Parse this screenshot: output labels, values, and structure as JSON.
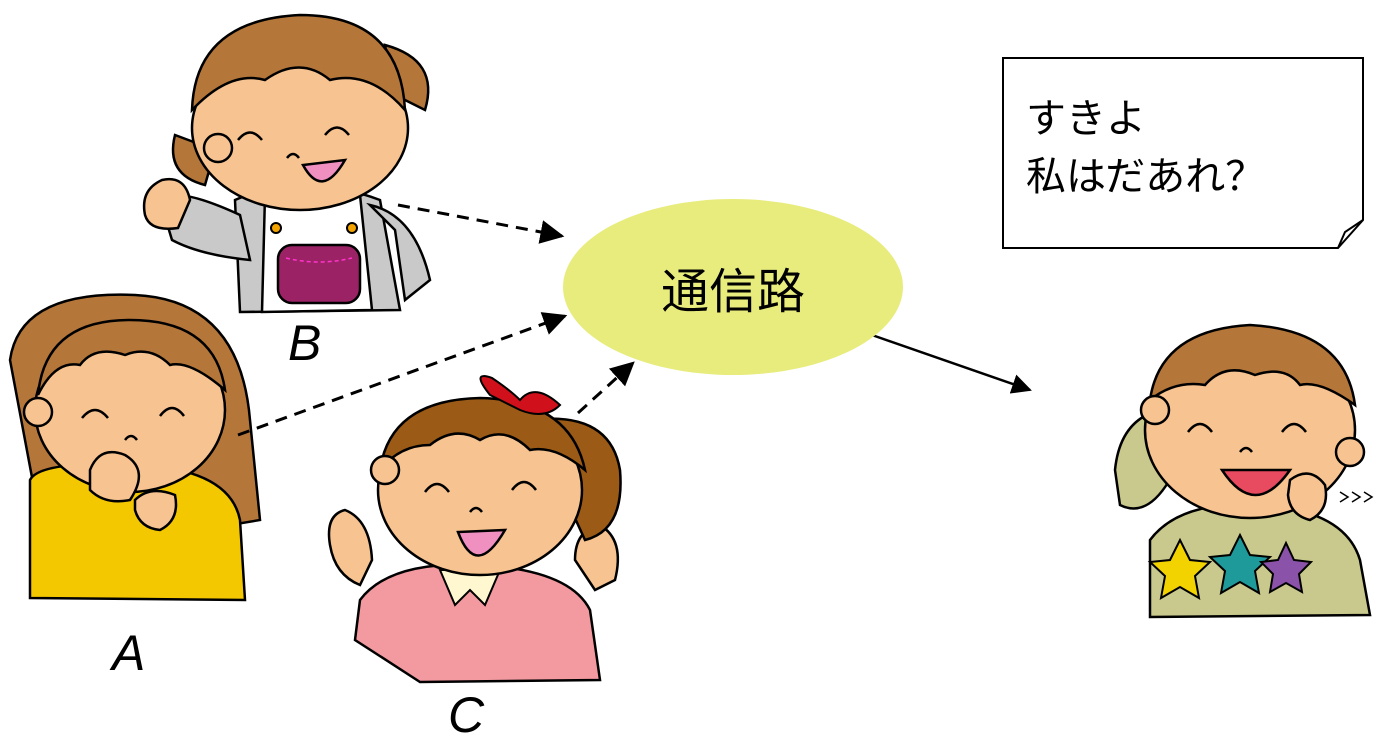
{
  "channel": {
    "label": "通信路"
  },
  "senders": [
    {
      "id": "A",
      "label": "A"
    },
    {
      "id": "B",
      "label": "B"
    },
    {
      "id": "C",
      "label": "C"
    }
  ],
  "message_note": {
    "lines": [
      "すきよ",
      "私はだあれ？"
    ]
  },
  "colors": {
    "channel_fill": "#e8ec7c",
    "skin": "#f7c391",
    "hair_brown": "#b5763a",
    "hair_dark": "#9b5a16",
    "shirt_yellow": "#f4c800",
    "shirt_pink": "#f39aa0",
    "shirt_gray": "#c9c9c9",
    "apron_white": "#ffffff",
    "pocket_purple": "#9c2266",
    "shirt_olive": "#c9c98d",
    "ribbon_red": "#d0101a",
    "star_yellow": "#f2d300",
    "star_teal": "#1f9a9a",
    "star_purple": "#8a52a8"
  }
}
